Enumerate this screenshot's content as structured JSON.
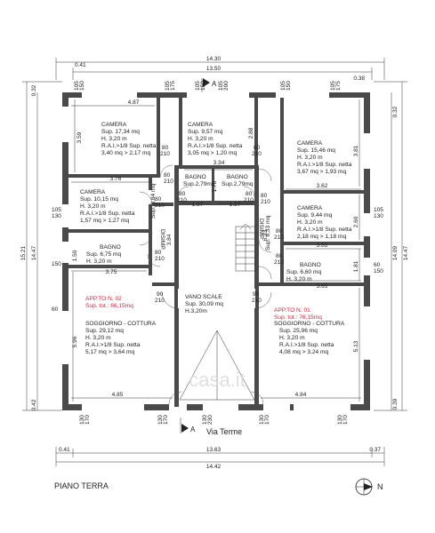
{
  "drawing": {
    "title": "PIANO TERRA",
    "street": "Via Terme",
    "north_label": "N",
    "section_marker": "A",
    "watermark": "casa.it",
    "colors": {
      "wall": "#4a4a4a",
      "line": "#333333",
      "accent": "#d0263e"
    }
  },
  "dimensions": {
    "top_overall": "14.30",
    "top_inner": "13.50",
    "top_left": "0.41",
    "top_right": "0.38",
    "bottom_inner": "13.63",
    "bottom_overall": "14.42",
    "bottom_left": "0.41",
    "bottom_right": "0.37",
    "left_overall": "15.21",
    "left_inner": "14.47",
    "left_top": "0.32",
    "left_bottom": "0.42",
    "right_overall": "14.47",
    "right_inner": "14.09",
    "right_top": "0.32",
    "right_bottom": "0.39",
    "w_camera1": "4.87",
    "w_corridor1": "3.76",
    "w_bagno_left": "3.75",
    "w_soggiorno_left": "4.85",
    "w_soggiorno_right": "4.84",
    "w_camera_mid": "3.34",
    "w_bagno_a": "1.57",
    "w_bagno_b": "1.57",
    "w_camera_r": "3.62",
    "w_right_mid": "3.65",
    "w_right_bagno": "3.65",
    "h_camera1": "3.59",
    "h_disimp_left": "3.84",
    "h_bagno_left": "1.50",
    "h_soggiorno_left": "5.96",
    "h_camera_mid_right": "2.88",
    "h_bagno_mid": "1.78",
    "h_disimp_right": "6.33",
    "h_camera_r": "3.81",
    "h_camera_r2": "2.60",
    "h_bagno_r": "1.81",
    "h_soggiorno_r": "5.13",
    "door_80": "80",
    "door_210": "210",
    "door_90": "90",
    "win_105": "105",
    "win_150": "150",
    "win_170": "170",
    "win_175": "175",
    "win_130": "130",
    "win_60": "60",
    "win_200": "200",
    "win_230": "230"
  },
  "rooms": {
    "camera1": {
      "name": "CAMERA",
      "sup": "Sup. 17,34 mq",
      "h": "H. 3,20 m",
      "rai": "R.A.I.>1/8 Sup. netta",
      "ratio": "3,40 mq > 2,17 mq"
    },
    "camera2": {
      "name": "CAMERA",
      "sup": "Sup. 9,57 mq",
      "h": "H. 3,20 m",
      "rai": "R.A.I.>1/8 Sup. netta",
      "ratio": "3,05 mq > 1,20 mq"
    },
    "camera3": {
      "name": "CAMERA",
      "sup": "Sup. 15,46 mq",
      "h": "H. 3,20 m",
      "rai": "R.A.I.>1/8 Sup. netta",
      "ratio": "3,67 mq > 1,93 mq"
    },
    "camera4": {
      "name": "CAMERA",
      "sup": "Sup. 10,15 mq",
      "h": "H. 3,20 m",
      "rai": "R.A.I.>1/8 Sup. netta",
      "ratio": "1,57 mq > 1,27 mq"
    },
    "camera5": {
      "name": "CAMERA",
      "sup": "Sup. 9,44 mq",
      "h": "H. 3,20 m",
      "rai": "R.A.I.>1/8 Sup. netta",
      "ratio": "2,18 mq > 1,18 mq"
    },
    "bagno1": {
      "name": "BAGNO",
      "sup": "Sup. 6,75 mq",
      "h": "H. 3,20 m"
    },
    "bagno2": {
      "name": "BAGNO",
      "sup": "Sup.2,79mq"
    },
    "bagno3": {
      "name": "BAGNO",
      "sup": "Sup.2,79mq"
    },
    "bagno4": {
      "name": "BAGNO",
      "sup": "Sup. 6,60 mq",
      "h": "H. 3,20 m"
    },
    "disimp1": {
      "name": "DISIMP.",
      "sup": "Sup. 3,84 mq"
    },
    "disimp2": {
      "name": "DISIMP.",
      "sup": "Sup. 6,33 mq"
    },
    "scale": {
      "name": "VANO SCALE",
      "sup": "Sup. 30,09 mq",
      "h": "H.3,20m"
    },
    "sog1": {
      "name": "SOGGIORNO - COTTURA",
      "sup": "Sup. 29,12 mq",
      "h": "H. 3,20 m",
      "rai": "R.A.I.>1/8 Sup. netta",
      "ratio": "5,17 mq > 3,64 mq"
    },
    "sog2": {
      "name": "SOGGIORNO - COTTURA",
      "sup": "Sup. 25,96 mq",
      "h": "H. 3,20 m",
      "rai": "R.A.I.>1/8 Sup. netta",
      "ratio": "4,08 mq > 3,24 mq"
    }
  },
  "apartments": {
    "app2": {
      "name": "APP.TO N. 02",
      "sup": "Sup. tot.: 66,15mq"
    },
    "app1": {
      "name": "APP.TO N. 01",
      "sup": "Sup. tot.: 76,15mq"
    }
  }
}
